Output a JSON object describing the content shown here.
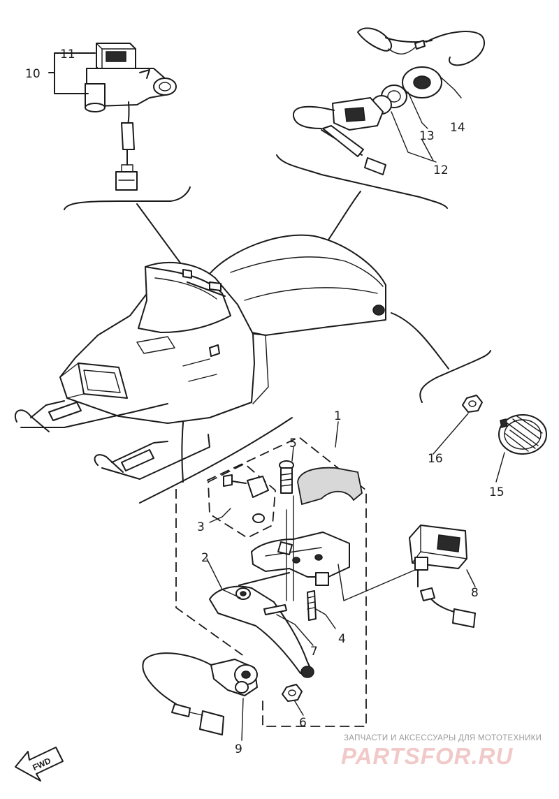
{
  "callouts": [
    "1",
    "2",
    "3",
    "4",
    "5",
    "6",
    "7",
    "8",
    "9",
    "10",
    "11",
    "12",
    "13",
    "14",
    "15",
    "16"
  ],
  "fwd_label": "FWD",
  "watermark": {
    "tagline": "ЗАПЧАСТИ И АКСЕССУАРЫ ДЛЯ МОТОТЕХНИКИ",
    "brand": "PARTSFOR.RU"
  },
  "colors": {
    "ink": "#1a1a1a",
    "paper": "#ffffff",
    "watermark_brand": "#f1c9c9",
    "watermark_text": "#9a9a9a"
  }
}
